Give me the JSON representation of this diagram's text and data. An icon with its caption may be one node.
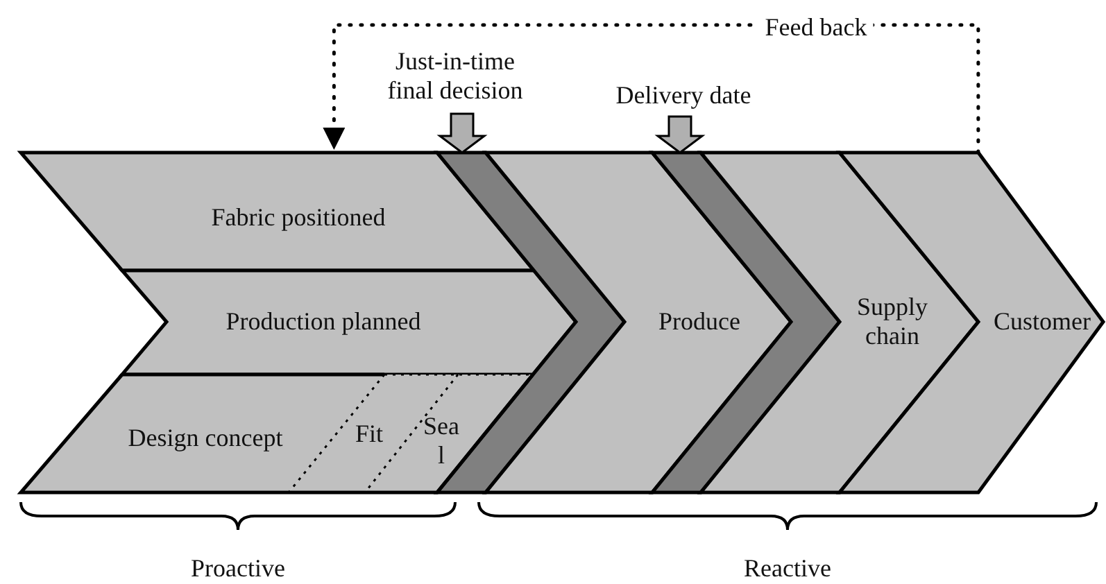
{
  "diagram": {
    "nodes": [
      {
        "text": [
          "Fabric positioned"
        ]
      },
      {
        "text": [
          "Production planned"
        ]
      },
      {
        "text": [
          "Design concept"
        ]
      },
      {
        "text": [
          "Fit"
        ]
      },
      {
        "text": [
          "Sea l"
        ]
      },
      {
        "text": [],
        "shape": "chevron"
      },
      {
        "text": [
          "Produce"
        ]
      },
      {
        "text": [],
        "shape": "chevron"
      },
      {
        "text": [
          "Supply chain"
        ]
      },
      {
        "text": [
          "Customer"
        ]
      },
      {
        "text": [
          "Just-in-time final decision"
        ]
      },
      {
        "text": [
          "Delivery date"
        ]
      }
    ],
    "edges": [
      {
        "from": 10,
        "to": 5,
        "arrow": "to"
      },
      {
        "from": 11,
        "to": 7,
        "arrow": "to"
      },
      {
        "from": 9,
        "to": 0,
        "arrow": "to",
        "label": "Feed back",
        "style": "dashed"
      }
    ],
    "labels": [
      "Proactive",
      "Reactive"
    ]
  }
}
